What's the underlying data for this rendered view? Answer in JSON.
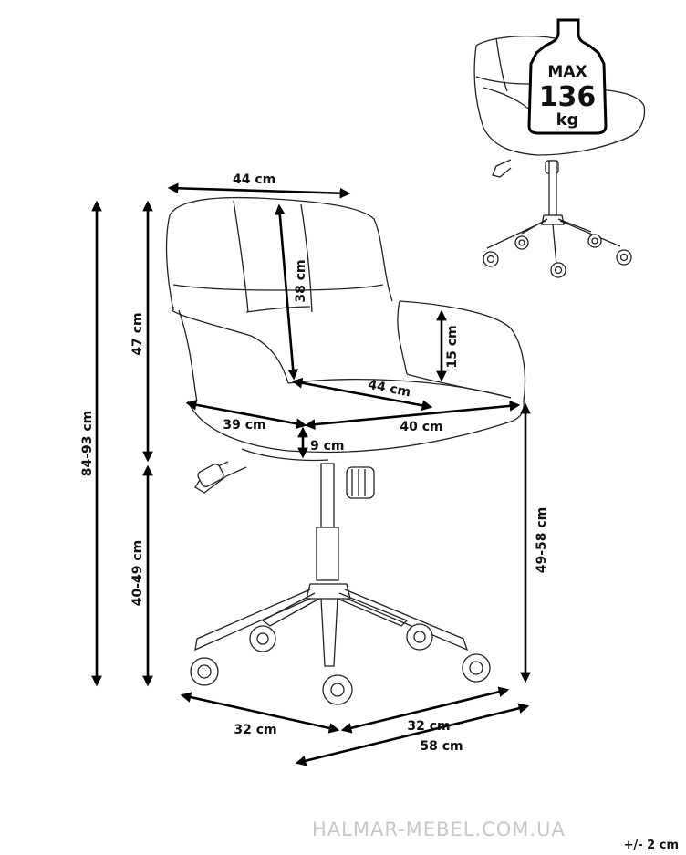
{
  "dimensions": {
    "top_width": "44 cm",
    "back_height": "38 cm",
    "armrest_height": "15 cm",
    "seat_depth": "44 cm",
    "arm_left": "39 cm",
    "seat_width": "40 cm",
    "seat_thickness": "9 cm",
    "back_total": "47 cm",
    "total_height": "84-93 cm",
    "seat_height": "40-49 cm",
    "arm_height": "49-58 cm",
    "base_left": "32 cm",
    "base_right": "32 cm",
    "base_total": "58 cm"
  },
  "weight_badge": {
    "line1": "MAX",
    "line2": "136",
    "line3": "kg"
  },
  "watermark": "HALMAR-MEBEL.COM.UA",
  "tolerance": "+/- 2 cm"
}
